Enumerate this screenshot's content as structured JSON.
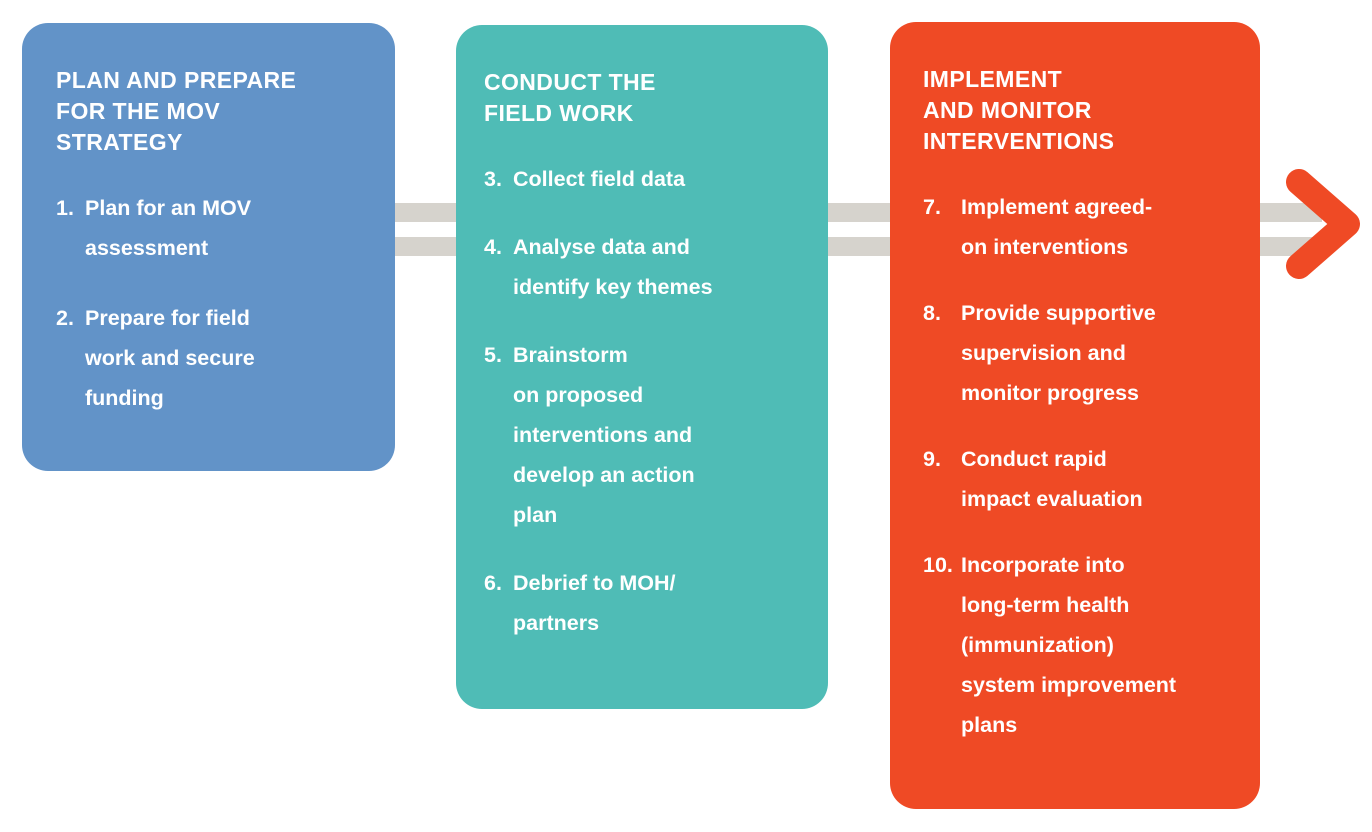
{
  "diagram": {
    "title_semantic": "mov-strategy-process-flow",
    "colors": {
      "stage_1": "#6293c8",
      "stage_2": "#4fbcb6",
      "stage_3": "#ef4a25",
      "connector": "#d6d3cd",
      "arrow": "#ef4a25",
      "text": "#ffffff",
      "background": "#ffffff"
    },
    "stages": [
      {
        "id": "plan-and-prepare",
        "title": "PLAN AND PREPARE\nFOR THE MOV\nSTRATEGY",
        "color": "#6293c8",
        "steps": [
          {
            "num": "1.",
            "text": "Plan for an MOV\nassessment"
          },
          {
            "num": "2.",
            "text": "Prepare for field\nwork and secure\nfunding"
          }
        ]
      },
      {
        "id": "conduct-the-field-work",
        "title": "CONDUCT THE\nFIELD WORK",
        "color": "#4fbcb6",
        "steps": [
          {
            "num": "3.",
            "text": "Collect field data"
          },
          {
            "num": "4.",
            "text": "Analyse data and\nidentify key themes"
          },
          {
            "num": "5.",
            "text": "Brainstorm\non proposed\ninterventions  and\ndevelop an action\nplan"
          },
          {
            "num": "6.",
            "text": "Debrief to MOH/\npartners"
          }
        ]
      },
      {
        "id": "implement-and-monitor-interventions",
        "title": "IMPLEMENT\nAND MONITOR\nINTERVENTIONS",
        "color": "#ef4a25",
        "steps": [
          {
            "num": "7.",
            "text": "Implement agreed-\non interventions"
          },
          {
            "num": "8.",
            "text": "Provide supportive\nsupervision and\nmonitor progress"
          },
          {
            "num": "9.",
            "text": "Conduct rapid\nimpact evaluation"
          },
          {
            "num": "10.",
            "text": "Incorporate into\nlong-term  health\n(immunization)\nsystem improvement\nplans"
          }
        ]
      }
    ],
    "connectors": [
      {
        "id": "connector-1",
        "icon": "double-bar-connector-icon"
      },
      {
        "id": "connector-2",
        "icon": "double-bar-connector-icon"
      },
      {
        "id": "connector-3",
        "icon": "double-bar-connector-icon"
      }
    ],
    "arrow": {
      "icon": "chevron-right-arrow-icon"
    }
  }
}
